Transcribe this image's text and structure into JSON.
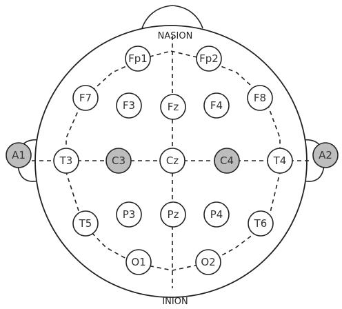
{
  "landmarks": {
    "top": "NASION",
    "bottom": "INION"
  },
  "colors": {
    "stroke": "#222222",
    "electrode_fill": "#ffffff",
    "reference_fill": "#bdbdbd",
    "text": "#333333"
  },
  "electrodes": [
    {
      "label": "Fp1",
      "reference": false
    },
    {
      "label": "Fp2",
      "reference": false
    },
    {
      "label": "F7",
      "reference": false
    },
    {
      "label": "F3",
      "reference": false
    },
    {
      "label": "Fz",
      "reference": false
    },
    {
      "label": "F4",
      "reference": false
    },
    {
      "label": "F8",
      "reference": false
    },
    {
      "label": "A1",
      "reference": true
    },
    {
      "label": "T3",
      "reference": false
    },
    {
      "label": "C3",
      "reference": true
    },
    {
      "label": "Cz",
      "reference": false
    },
    {
      "label": "C4",
      "reference": true
    },
    {
      "label": "T4",
      "reference": false
    },
    {
      "label": "A2",
      "reference": true
    },
    {
      "label": "T5",
      "reference": false
    },
    {
      "label": "P3",
      "reference": false
    },
    {
      "label": "Pz",
      "reference": false
    },
    {
      "label": "P4",
      "reference": false
    },
    {
      "label": "T6",
      "reference": false
    },
    {
      "label": "O1",
      "reference": false
    },
    {
      "label": "O2",
      "reference": false
    }
  ]
}
